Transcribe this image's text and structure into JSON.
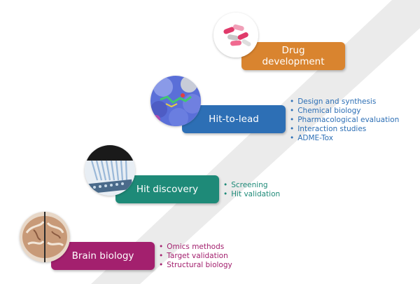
{
  "stages": [
    {
      "id": "drug",
      "label_line1": "Drug",
      "label_line2": "development",
      "color": "#d9842f",
      "image": "pills-image"
    },
    {
      "id": "hit-to-lead",
      "label": "Hit-to-lead",
      "color": "#2d6fb5",
      "image": "protein-ligand-image",
      "bullets": [
        "Design and synthesis",
        "Chemical biology",
        "Pharmacological evaluation",
        "Interaction studies",
        "ADME-Tox"
      ]
    },
    {
      "id": "hit-discovery",
      "label": "Hit discovery",
      "color": "#1e8a78",
      "image": "multichannel-pipette-image",
      "bullets": [
        "Screening",
        "Hit validation"
      ]
    },
    {
      "id": "brain-biology",
      "label": "Brain biology",
      "color": "#a3206e",
      "image": "brain-section-image",
      "bullets": [
        "Omics methods",
        "Target validation",
        "Structural biology"
      ]
    }
  ],
  "band_color": "#ebebeb"
}
